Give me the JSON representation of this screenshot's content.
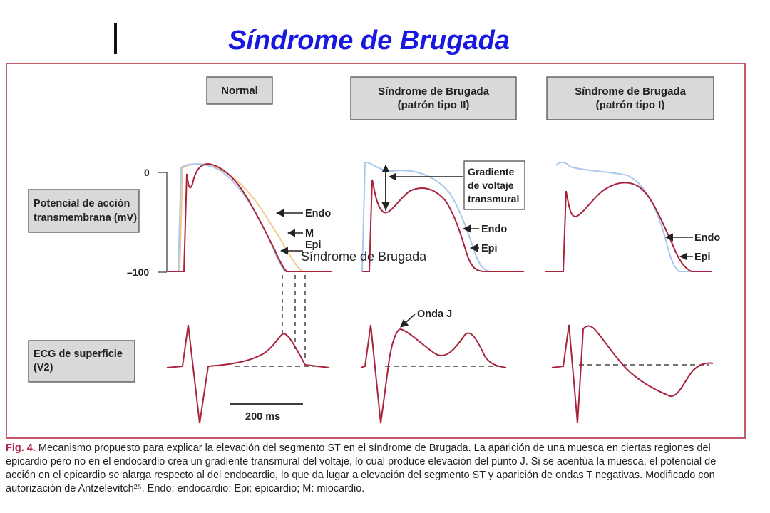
{
  "slide": {
    "title": "Síndrome de Brugada",
    "overlay_label": "Síndrome de Brugada"
  },
  "figure": {
    "headers": {
      "normal": "Normal",
      "type2_line1": "Síndrome de Brugada",
      "type2_line2": "(patrón tipo II)",
      "type1_line1": "Síndrome de Brugada",
      "type1_line2": "(patrón tipo I)"
    },
    "row_labels": {
      "ap_line1": "Potencial de acción",
      "ap_line2": "transmembrana (mV)",
      "ecg_line1": "ECG de superficie",
      "ecg_line2": "(V2)"
    },
    "axis": {
      "top_tick": "0",
      "bottom_tick": "–100"
    },
    "curve_labels": {
      "endo": "Endo",
      "m": "M",
      "epi": "Epi",
      "endo2": "Endo",
      "epi2": "Epi",
      "endo3": "Endo",
      "epi3": "Epi"
    },
    "gradient_box": {
      "line1": "Gradiente",
      "line2": "de voltaje",
      "line3": "transmural"
    },
    "onda_j": "Onda J",
    "scale_bar": "200 ms",
    "colors": {
      "endo_blue": "#a9c8ea",
      "m_orange": "#f6c98a",
      "epi_red": "#a8243c",
      "frame": "#c55a6a"
    }
  },
  "caption": {
    "fig_label": "Fig. 4.",
    "text": " Mecanismo propuesto para explicar la elevación del segmento ST en el síndrome de Brugada. La aparición de una muesca en ciertas regiones del epicardio pero no en el endocardio crea un gradiente transmural del voltaje, lo cual produce elevación del punto J. Si se acentúa la muesca, el potencial de acción en el epicardio se alarga respecto al del endocardio, lo que da lugar a elevación del segmento ST y aparición de ondas T negativas. Modificado con autorización de Antzelevitch²⁵. Endo: endocardio; Epi: epicardio; M: miocardio."
  }
}
